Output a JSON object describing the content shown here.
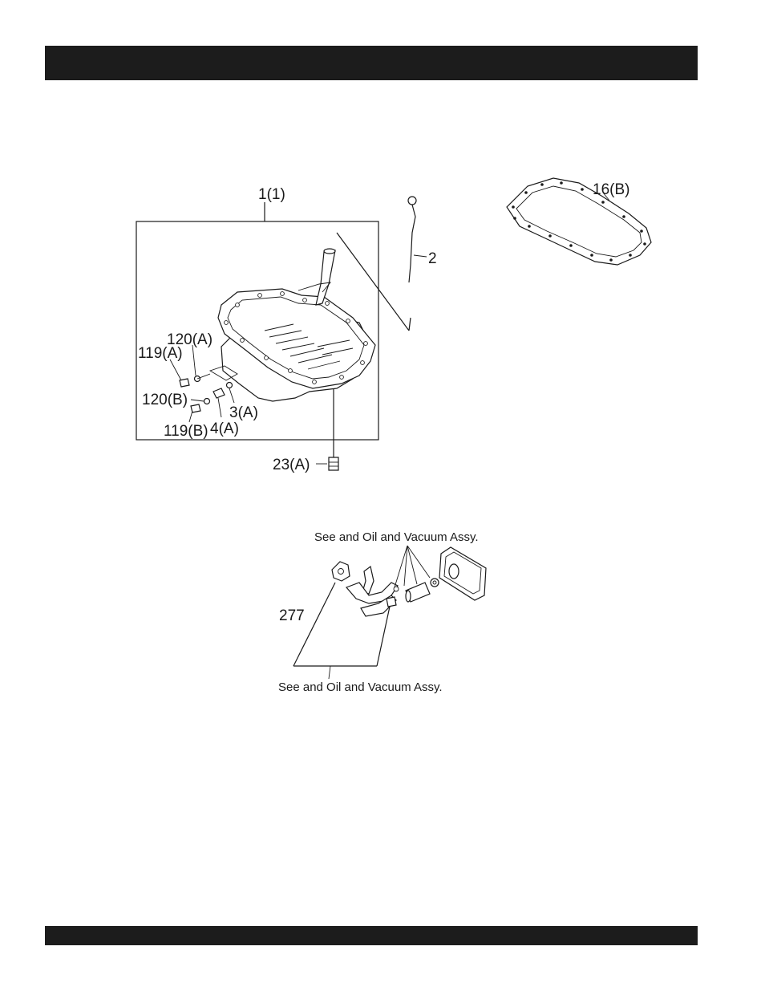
{
  "diagram": {
    "part_labels": {
      "p1": "1(1)",
      "p2": "2",
      "p16b": "16(B)",
      "p120a": "120(A)",
      "p119a": "119(A)",
      "p120b": "120(B)",
      "p3a": "3(A)",
      "p119b": "119(B)",
      "p4a": "4(A)",
      "p23a": "23(A)",
      "p277": "277"
    },
    "notes": {
      "top": "See and Oil and Vacuum Assy.",
      "bottom": "See and Oil and Vacuum Assy."
    }
  },
  "colors": {
    "bar": "#1c1c1c",
    "ink": "#1a1a1a",
    "background": "#ffffff"
  }
}
